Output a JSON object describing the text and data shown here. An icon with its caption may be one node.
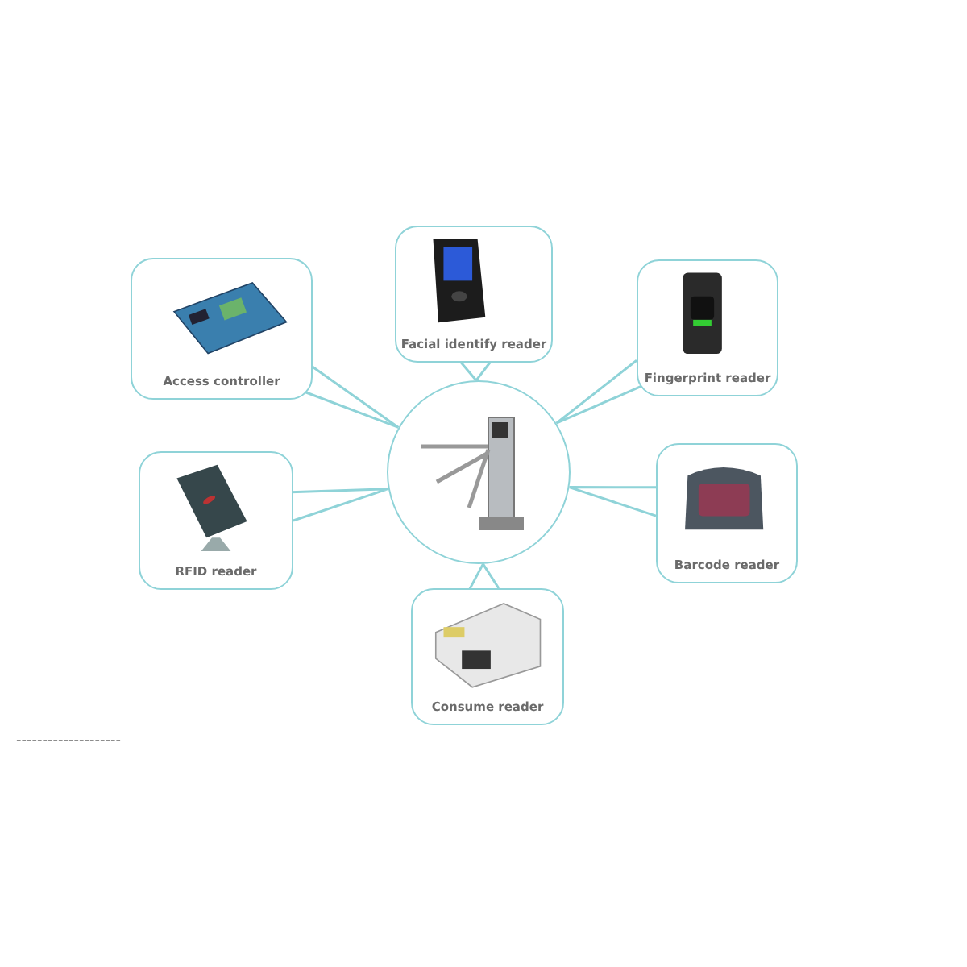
{
  "diagram": {
    "nodes": [
      {
        "text": [],
        "shape": "picture"
      },
      {
        "text": [
          "Access controller"
        ]
      },
      {
        "text": [
          "Facial identify reader"
        ]
      },
      {
        "text": [
          "Fingerprint reader"
        ]
      },
      {
        "text": [
          "RFID reader"
        ]
      },
      {
        "text": [
          "Barcode reader"
        ]
      },
      {
        "text": [
          "Consume reader"
        ]
      }
    ],
    "edges": [
      {
        "from": 1,
        "to": 0,
        "arrow": "none"
      },
      {
        "from": 2,
        "to": 0,
        "arrow": "none"
      },
      {
        "from": 3,
        "to": 0,
        "arrow": "none"
      },
      {
        "from": 4,
        "to": 0,
        "arrow": "none"
      },
      {
        "from": 5,
        "to": 0,
        "arrow": "none"
      },
      {
        "from": 6,
        "to": 0,
        "arrow": "none"
      }
    ],
    "labels": [
      "--------------------"
    ]
  }
}
